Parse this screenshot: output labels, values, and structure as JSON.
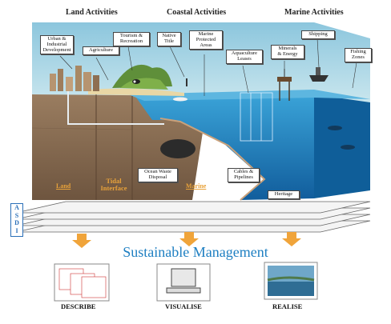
{
  "headers": {
    "land": "Land Activities",
    "coastal": "Coastal Activities",
    "marine": "Marine Activities"
  },
  "callouts": {
    "urban": [
      "Urban &",
      "Industrial",
      "Development"
    ],
    "agriculture": [
      "Agriculture"
    ],
    "tourism": [
      "Tourism &",
      "Recreation"
    ],
    "native_title": [
      "Native",
      "Title"
    ],
    "marine_protected": [
      "Marine",
      "Protected",
      "Areas"
    ],
    "aquaculture": [
      "Aquaculture",
      "Leases"
    ],
    "minerals": [
      "Minerals",
      "& Energy"
    ],
    "shipping": [
      "Shipping"
    ],
    "fishing": [
      "Fishing",
      "Zones"
    ],
    "ocean_waste": [
      "Ocean Waste",
      "Disposal"
    ],
    "cables": [
      "Cables &",
      "Pipelines"
    ],
    "heritage": [
      "Heritage"
    ]
  },
  "zones": {
    "land": "Land",
    "tidal": [
      "Tidal",
      "Interface"
    ],
    "marine": "Marine"
  },
  "asdi": [
    "A",
    "S",
    "D",
    "I"
  ],
  "sustainable": "Sustainable Management",
  "outcomes": [
    "DESCRIBE",
    "VISUALISE",
    "REALISE"
  ],
  "colors": {
    "sky": "#a9d6e6",
    "sea": "#1f7fc4",
    "earth": "#8a6e55",
    "accent": "#e8a23a",
    "title_blue": "#1e7fc2"
  }
}
